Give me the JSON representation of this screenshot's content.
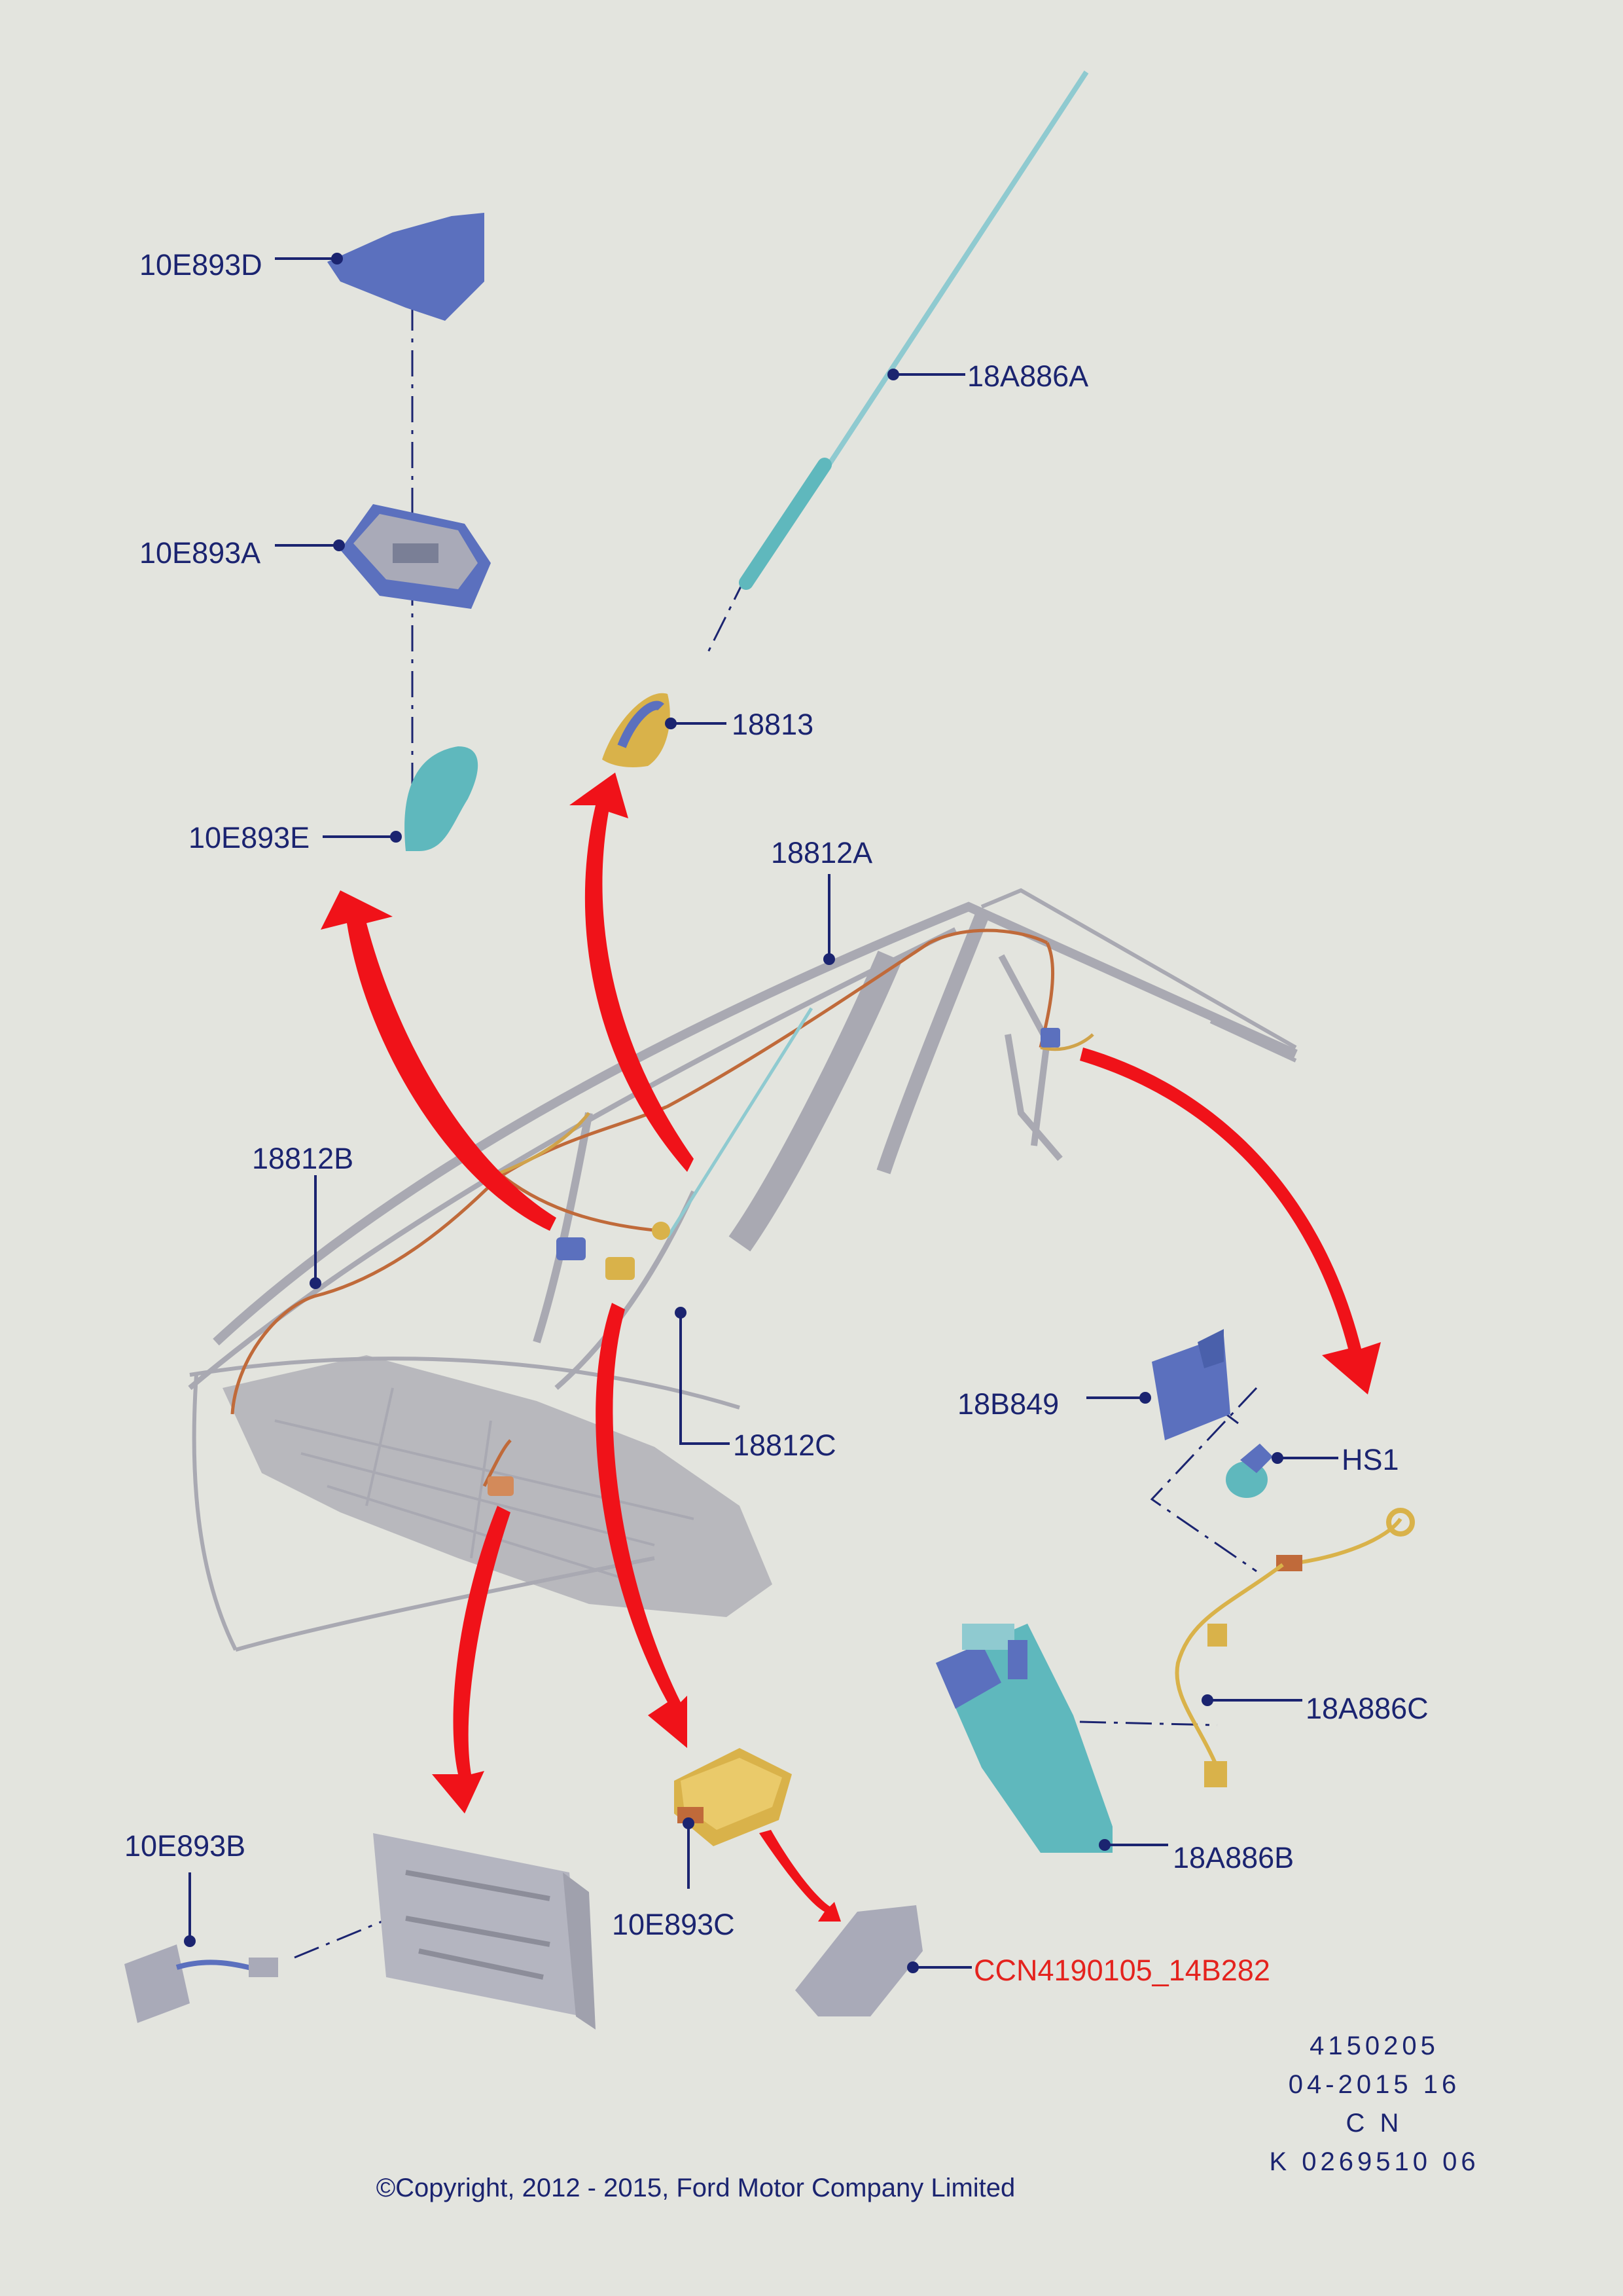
{
  "callouts": {
    "p10E893D": "10E893D",
    "p10E893A": "10E893A",
    "p10E893E": "10E893E",
    "p18A886A": "18A886A",
    "p18813": "18813",
    "p18812A": "18812A",
    "p18812B": "18812B",
    "p18812C": "18812C",
    "p18B849": "18B849",
    "pHS1": "HS1",
    "p18A886C": "18A886C",
    "p18A886B": "18A886B",
    "p10E893B": "10E893B",
    "p10E893C": "10E893C",
    "ccn": "CCN4190105_14B282"
  },
  "meta": {
    "line1": "4150205",
    "line2": "04-2015 16",
    "line3": "C N",
    "line4": "K 0269510 06"
  },
  "copyright": "©Copyright, 2012 - 2015, Ford Motor Company Limited",
  "colors": {
    "background": "#e3e4de",
    "label": "#1b2470",
    "arrow": "#f01219",
    "ccn_label": "#e4231e",
    "part_blue": "#5b70be",
    "part_teal": "#5fb8bd",
    "part_gold": "#d9b24a",
    "ghost_gray": "#a9a9b2"
  }
}
